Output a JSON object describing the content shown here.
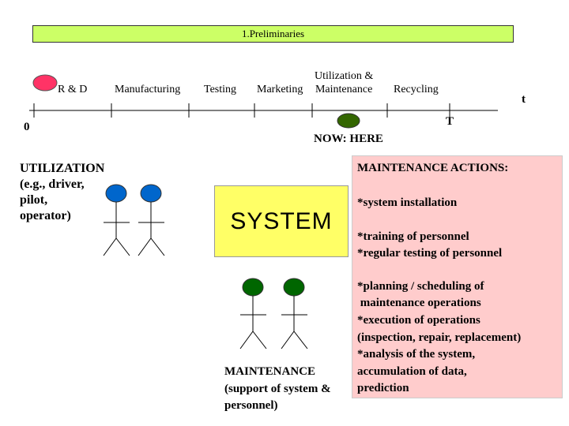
{
  "banner": {
    "label": "1.Preliminaries"
  },
  "timeline": {
    "phases": [
      "R & D",
      "Manufacturing",
      "Testing",
      "Marketing",
      "Utilization &\nMaintenance",
      "Recycling"
    ],
    "origin_label": "0",
    "end_label": "T",
    "axis_label": "t",
    "now_label": "NOW: HERE"
  },
  "colors": {
    "banner_fill": "#ccff66",
    "start_marker": "#ff3366",
    "now_marker": "#336600",
    "user_figure": "#0066cc",
    "maintainer_figure": "#006600",
    "system_fill": "#ffff66",
    "actions_fill": "#ffcccc"
  },
  "utilization": {
    "label": "UTILIZATION\n(e.g., driver,\npilot,\noperator)"
  },
  "system": {
    "label": "SYSTEM"
  },
  "maintenance": {
    "label": "MAINTENANCE\n(support of system &\npersonnel)"
  },
  "actions": {
    "title": "MAINTENANCE ACTIONS:",
    "items": [
      "*system installation",
      "*training of personnel",
      "*regular testing of personnel",
      "*planning / scheduling of",
      " maintenance operations",
      "*execution of operations",
      "(inspection, repair, replacement)",
      "*analysis of the system,",
      "accumulation of data,",
      "prediction"
    ]
  }
}
